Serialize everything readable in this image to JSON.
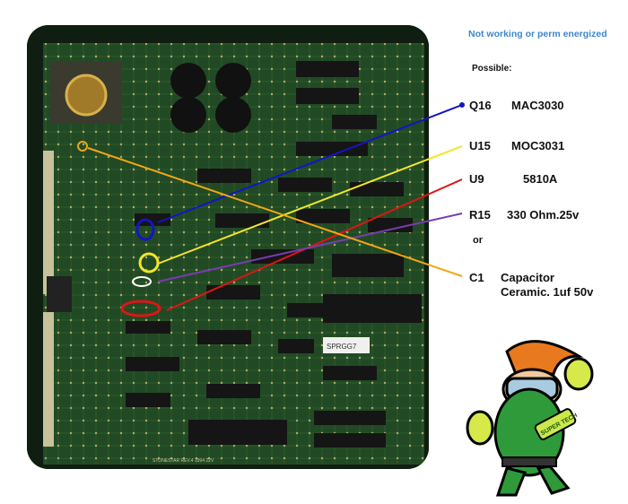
{
  "note": "Not working or perm energized",
  "possible_label": "Possible:",
  "parts": [
    {
      "ref": "Q16",
      "value": "MAC3030",
      "color": "#1414c8"
    },
    {
      "ref": "U15",
      "value": "MOC3031",
      "color": "#f2e629"
    },
    {
      "ref": "U9",
      "value": "5810A",
      "color": "#e01414"
    },
    {
      "ref": "R15",
      "value": "330 Ohm.25v",
      "color": "#7a3bb0"
    },
    {
      "ref": "C1",
      "value": "Capacitor",
      "value2": "Ceramic. 1uf 50v",
      "color": "#f2a615"
    }
  ],
  "or_label": "or",
  "board_silkscreen": "STONESTAR REV.4 1994 22V",
  "chip_marking": "SPRGG7",
  "mascot_badge": "SUPER TECH",
  "colors": {
    "note_blue": "#3d86cf",
    "pcb_green": "#1d3d1f"
  }
}
